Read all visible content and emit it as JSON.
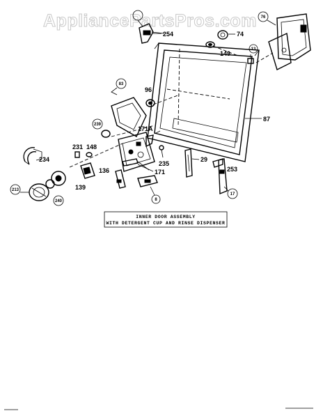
{
  "watermark": "AppliancePartsPros.com",
  "caption": {
    "line1": "INNER DOOR ASSEMBLY",
    "line2": "WITH DETERGENT CUP AND RINSE DISPENSER"
  },
  "callouts": {
    "c_top": "",
    "c_76": "76",
    "c_13": "13",
    "c_83": "83",
    "c_239": "239",
    "c_213": "213",
    "c_240": "240",
    "c_8": "8",
    "c_17": "17"
  },
  "labels": {
    "l254": "254",
    "l74": "74",
    "l149": "149",
    "l96": "96",
    "l87": "87",
    "l171a": "171A",
    "l231": "231",
    "l148": "148",
    "l234": "234",
    "l235": "235",
    "l29": "29",
    "l253": "253",
    "l136": "136",
    "l171": "171",
    "l139": "139"
  }
}
